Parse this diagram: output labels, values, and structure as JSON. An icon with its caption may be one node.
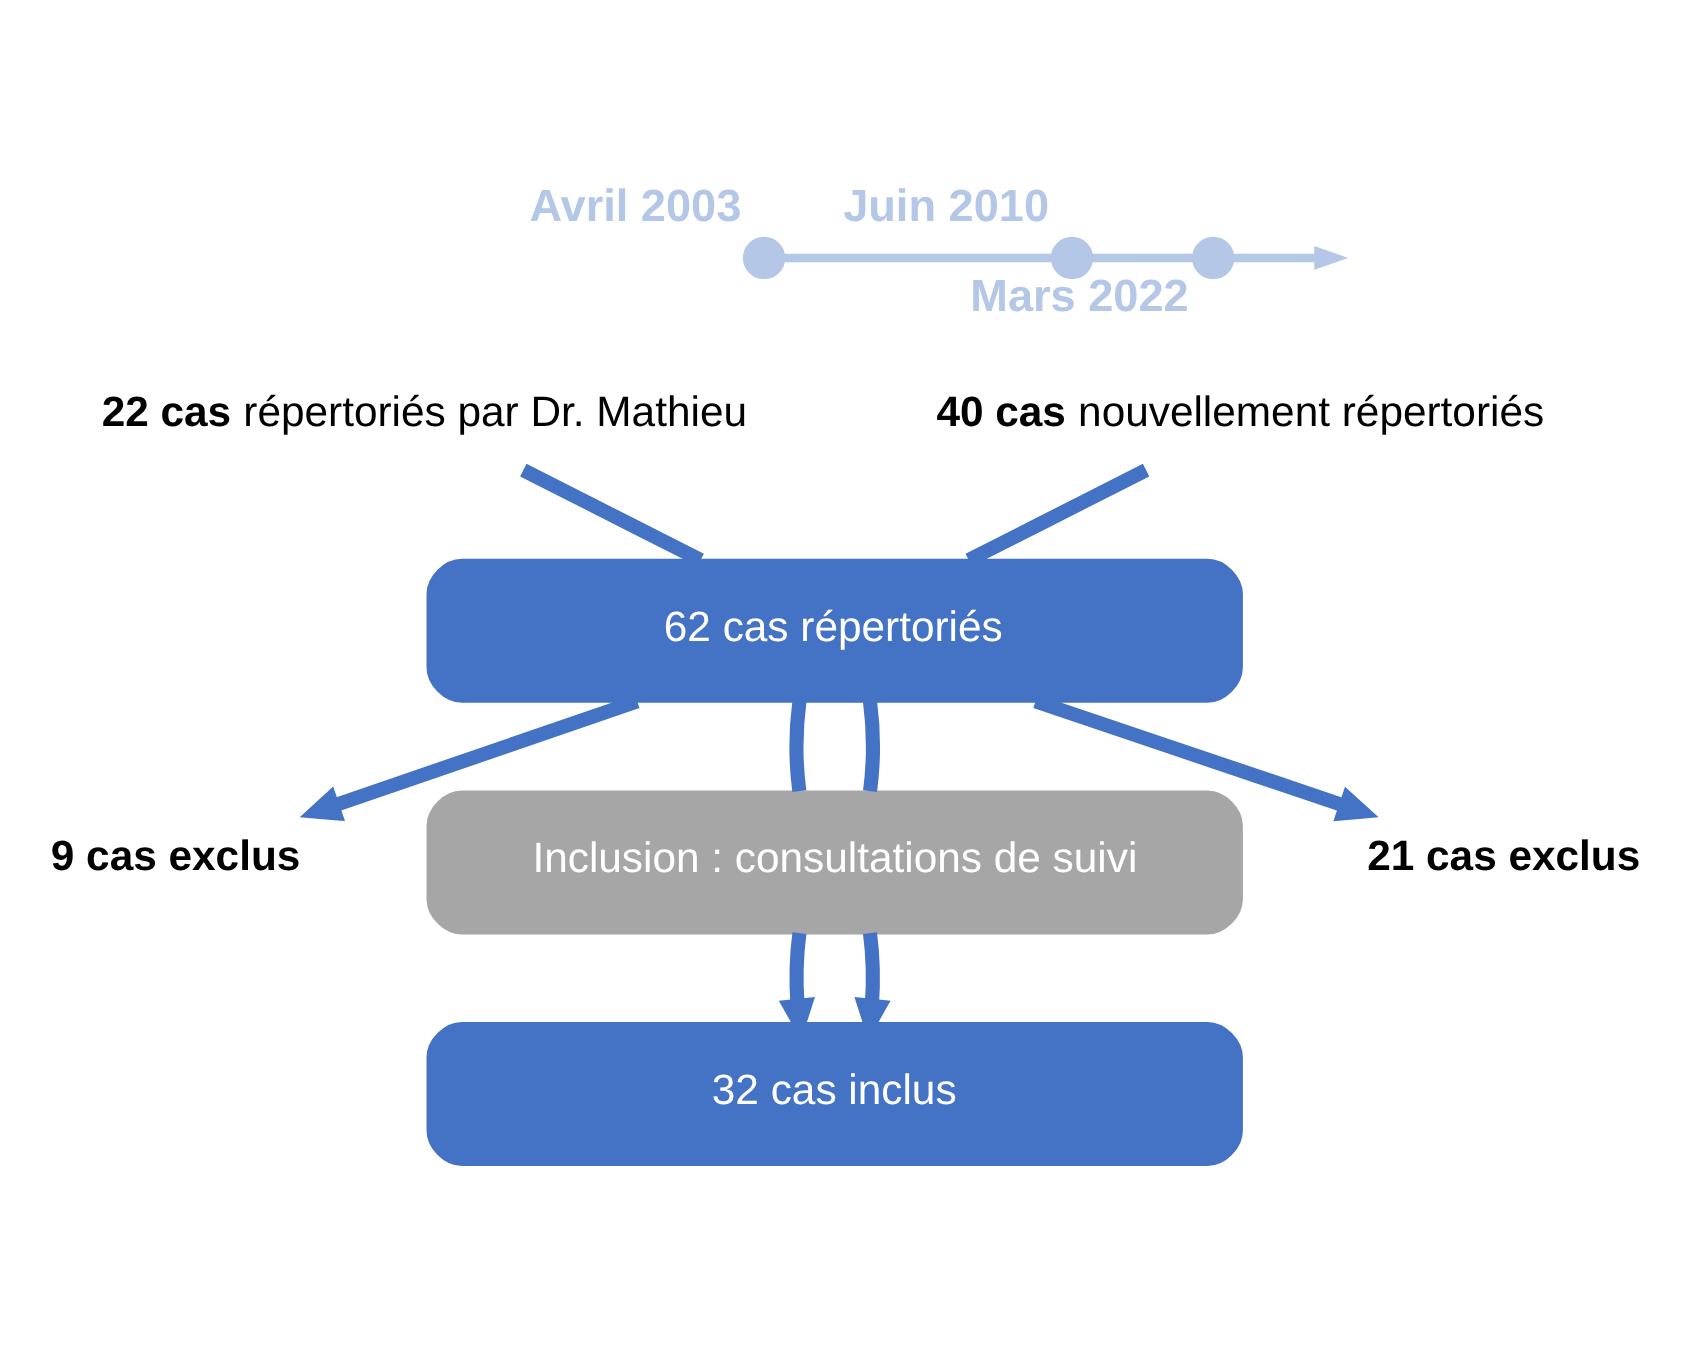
{
  "diagram": {
    "nodes": [
      {
        "text": [
          "Avril 2003"
        ]
      },
      {
        "text": [
          "Juin 2010"
        ]
      },
      {
        "text": [
          "Mars 2022"
        ]
      },
      {
        "text": [
          "**22 cas** répertoriés par Dr. Mathieu"
        ]
      },
      {
        "text": [
          "**40 cas** nouvellement répertoriés"
        ]
      },
      {
        "text": [
          "62 cas répertoriés"
        ]
      },
      {
        "text": [
          "9 cas exclus"
        ]
      },
      {
        "text": [
          "Inclusion : consultations de suivi"
        ]
      },
      {
        "text": [
          "21 cas exclus"
        ]
      },
      {
        "text": [
          "32 cas inclus"
        ]
      }
    ],
    "edges": [
      {
        "from": 0,
        "to": 1,
        "arrow": "none",
        "color": "#b4c7e7"
      },
      {
        "from": 1,
        "to": 2,
        "arrow": "none",
        "color": "#b4c7e7"
      },
      {
        "from": 2,
        "to": null,
        "arrow": "to",
        "color": "#b4c7e7"
      },
      {
        "from": 3,
        "to": 5,
        "arrow": "none"
      },
      {
        "from": 4,
        "to": 5,
        "arrow": "none"
      },
      {
        "from": 5,
        "to": 6,
        "arrow": "to"
      },
      {
        "from": 5,
        "to": 8,
        "arrow": "to"
      },
      {
        "from": 5,
        "to": 7,
        "arrow": "none"
      },
      {
        "from": 5,
        "to": 7,
        "arrow": "none"
      },
      {
        "from": 7,
        "to": 9,
        "arrow": "to"
      },
      {
        "from": 7,
        "to": 9,
        "arrow": "to"
      }
    ]
  }
}
